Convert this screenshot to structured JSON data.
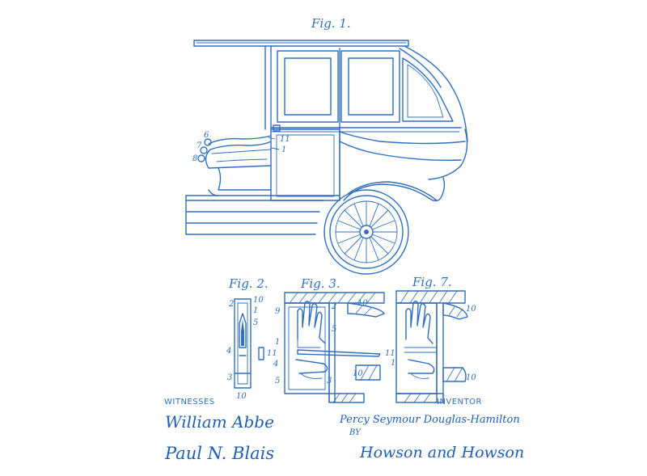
{
  "figures": {
    "fig1": "Fig. 1.",
    "fig2": "Fig. 2.",
    "fig3": "Fig. 3.",
    "fig7": "Fig. 7."
  },
  "refs": {
    "fig1": [
      "6",
      "7",
      "8",
      "11",
      "1"
    ],
    "fig2": [
      "2",
      "1",
      "10",
      "5",
      "4",
      "3",
      "10"
    ],
    "fig3": [
      "9",
      "2",
      "10",
      "5",
      "1",
      "11",
      "4",
      "5",
      "3",
      "10"
    ],
    "fig7": [
      "10",
      "11",
      "1",
      "10"
    ]
  },
  "labels": {
    "witnesses": "WITNESSES",
    "inventor": "INVENTOR"
  },
  "signatures": {
    "witness1": "William Abbe",
    "witness2": "Paul N. Blais",
    "inventor": "Percy Seymour Douglas-Hamilton",
    "by": "BY",
    "attorneys": "Howson and Howson"
  },
  "colors": {
    "ink": "#2f6fc0",
    "paper": "#ffffff"
  }
}
